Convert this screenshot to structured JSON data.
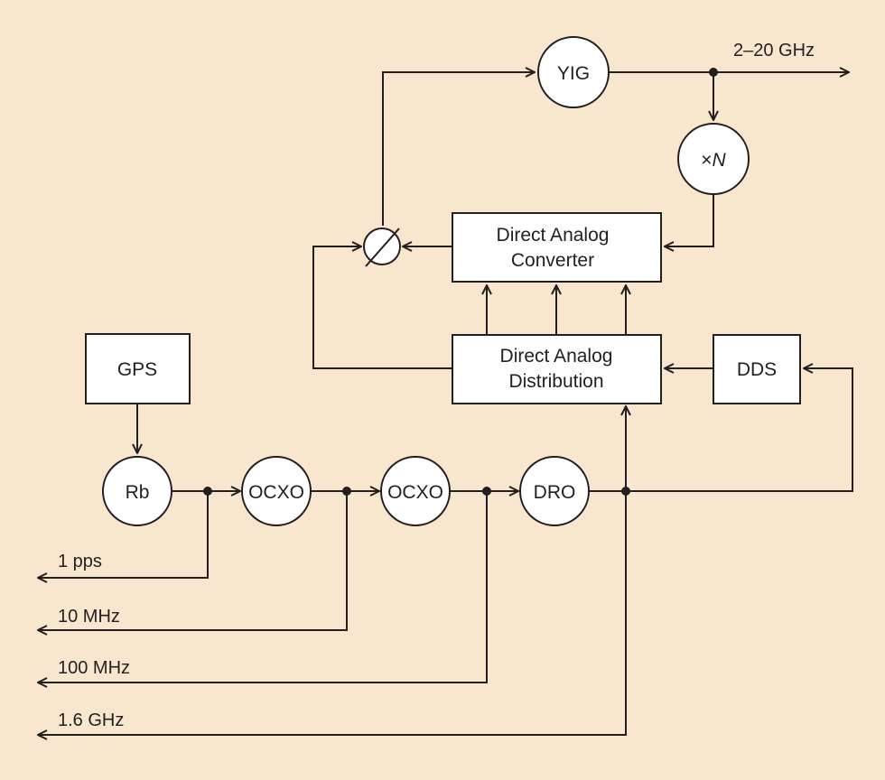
{
  "diagram": {
    "background_color": "#f9e6cf",
    "line_color": "#231f20",
    "blocks": {
      "gps": "GPS",
      "dac_line1": "Direct Analog",
      "dac_line2": "Converter",
      "dad_line1": "Direct Analog",
      "dad_line2": "Distribution",
      "dds": "DDS"
    },
    "nodes": {
      "yig": "YIG",
      "multiplier_prefix": "×",
      "multiplier_var": "N",
      "rb": "Rb",
      "ocxo1": "OCXO",
      "ocxo2": "OCXO",
      "dro": "DRO",
      "phase_detector": "phase-detector"
    },
    "signals": {
      "output": "2–20 GHz",
      "pps": "1 pps",
      "mhz10": "10 MHz",
      "mhz100": "100 MHz",
      "ghz16": "1.6 GHz"
    }
  }
}
